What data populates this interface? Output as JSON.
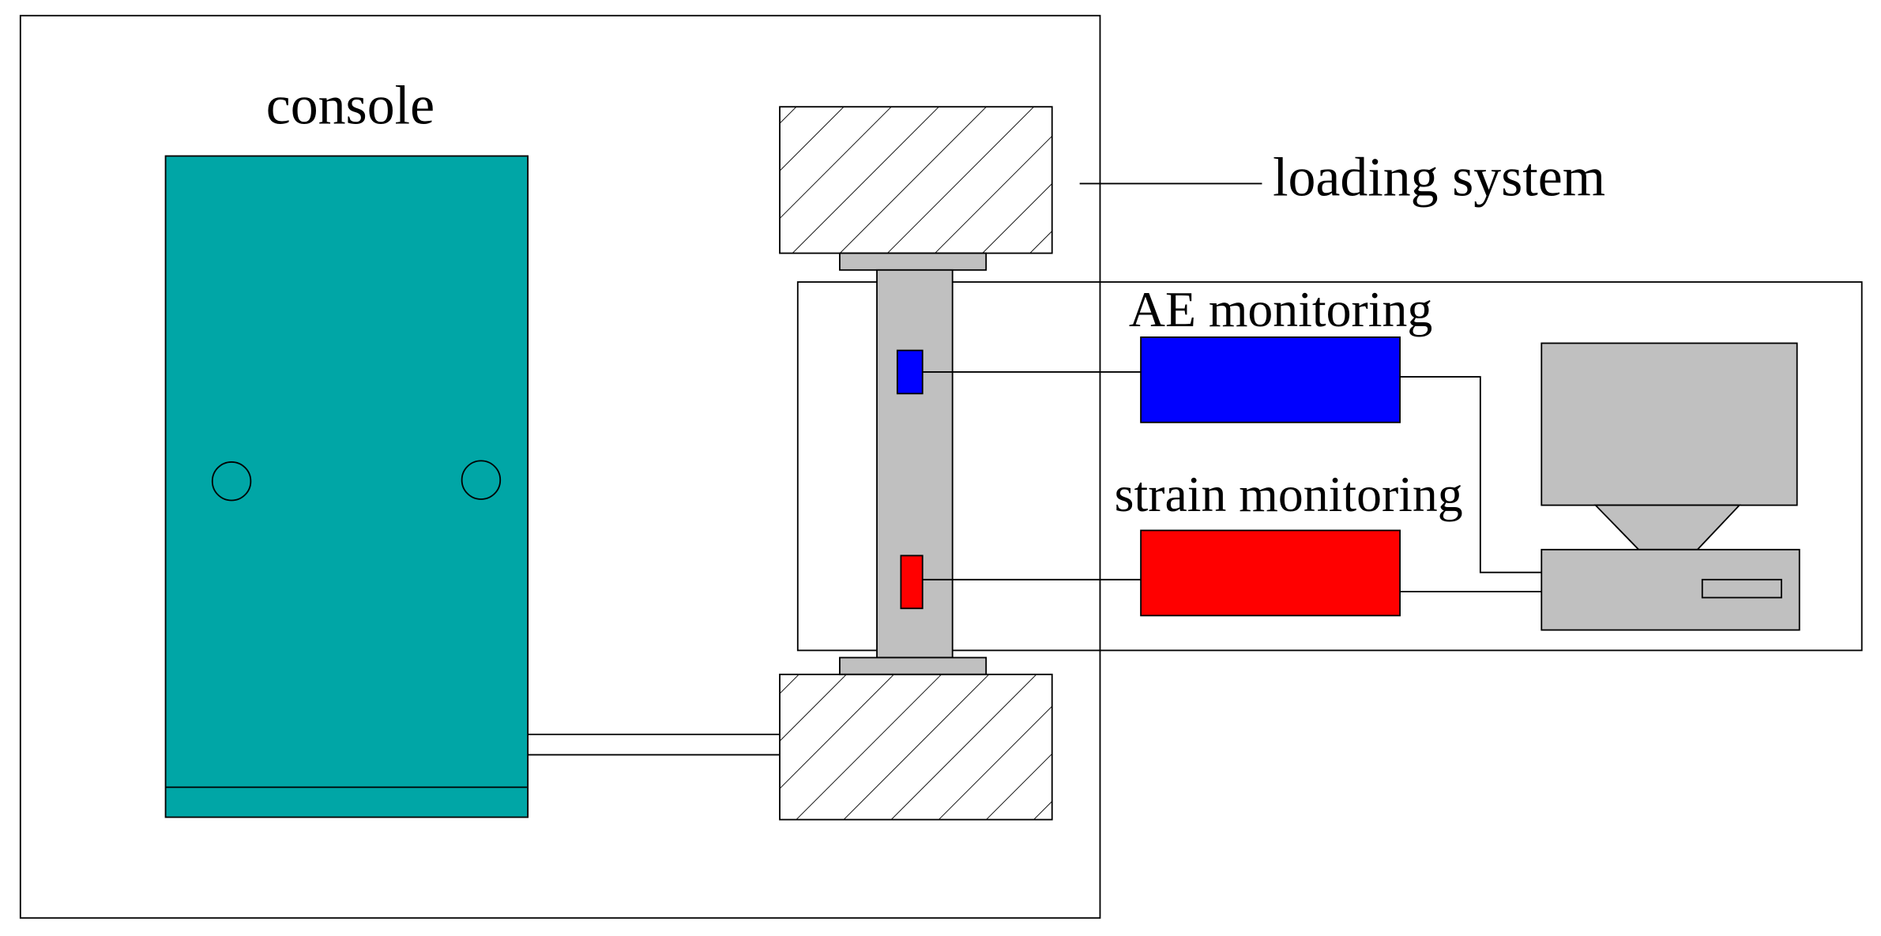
{
  "labels": {
    "console": "console",
    "loading_system": "loading system",
    "ae_monitoring": "AE monitoring",
    "strain_monitoring": "strain monitoring"
  },
  "colors": {
    "console": "#00A6A6",
    "specimen": "#C0C0C0",
    "ae_sensor": "#0000FF",
    "strain_sensor": "#FF0000",
    "computer": "#C0C0C0",
    "outline": "#000000",
    "background": "#FFFFFF"
  },
  "icons": {
    "console_knobs": "circle",
    "grips": "hatched-block",
    "computer": "monitor-and-base"
  }
}
